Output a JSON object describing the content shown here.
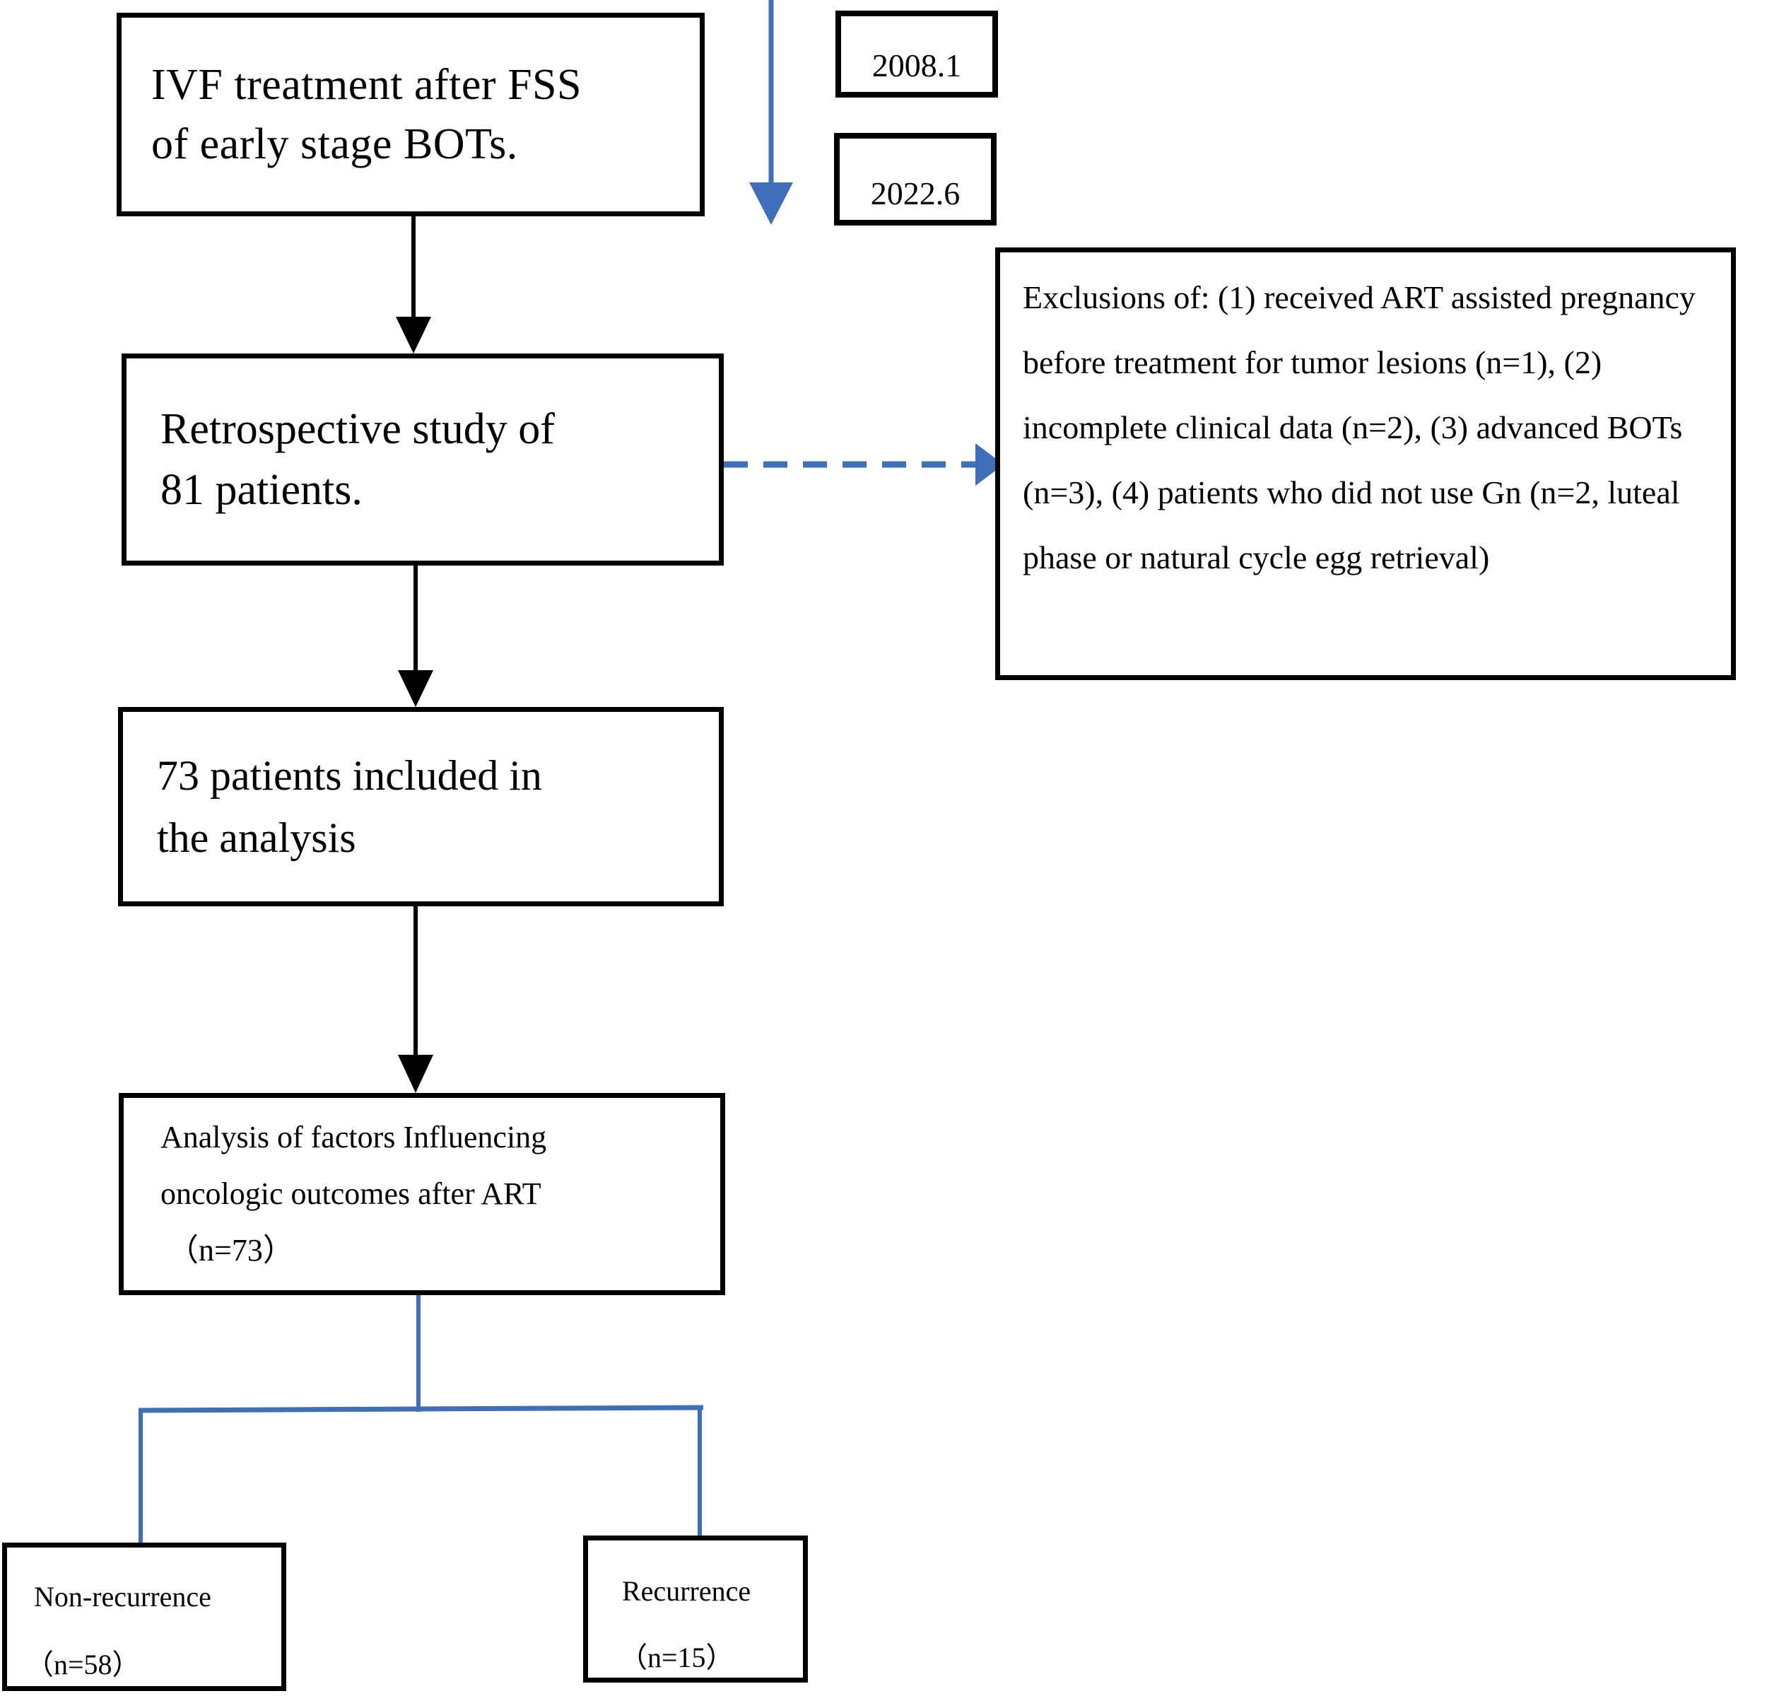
{
  "diagram": {
    "title": "Study flow diagram of IVF treatment after FSS of early stage BOTs",
    "accent_color": "#3E6FB8",
    "line_color": "#000000",
    "background": "#ffffff"
  },
  "boxes": {
    "ivf": {
      "line1": "IVF treatment after FSS",
      "line2": "of early stage BOTs."
    },
    "retrospective": {
      "line1": "Retrospective study of",
      "line2": "81 patients."
    },
    "included": {
      "line1": "73 patients included in",
      "line2": "the analysis"
    },
    "analysis": {
      "line1": "Analysis of factors Influencing",
      "line2": "oncologic outcomes after ART",
      "count": "（n=73）"
    },
    "exclusions": {
      "text": "Exclusions of: (1) received ART assisted pregnancy before treatment for tumor lesions (n=1), (2) incomplete clinical data (n=2), (3) advanced BOTs (n=3), (4) patients who did not use Gn (n=2, luteal phase or natural cycle egg retrieval)"
    },
    "non_recurrence": {
      "title": "Non-recurrence",
      "count": "（n=58）"
    },
    "recurrence": {
      "title": "Recurrence",
      "count": "（n=15）"
    }
  },
  "timeline": {
    "start": "2008.1",
    "end": "2022.6"
  },
  "connectors": {
    "ivf_to_retrospective": "solid-black-down-arrow",
    "retrospective_to_included": "solid-black-down-arrow",
    "included_to_analysis": "solid-black-down-arrow",
    "retrospective_to_exclusions": "dashed-blue-right-arrow",
    "timeline_arrow": "solid-blue-down-arrow",
    "analysis_split": "blue-branch-connector"
  }
}
